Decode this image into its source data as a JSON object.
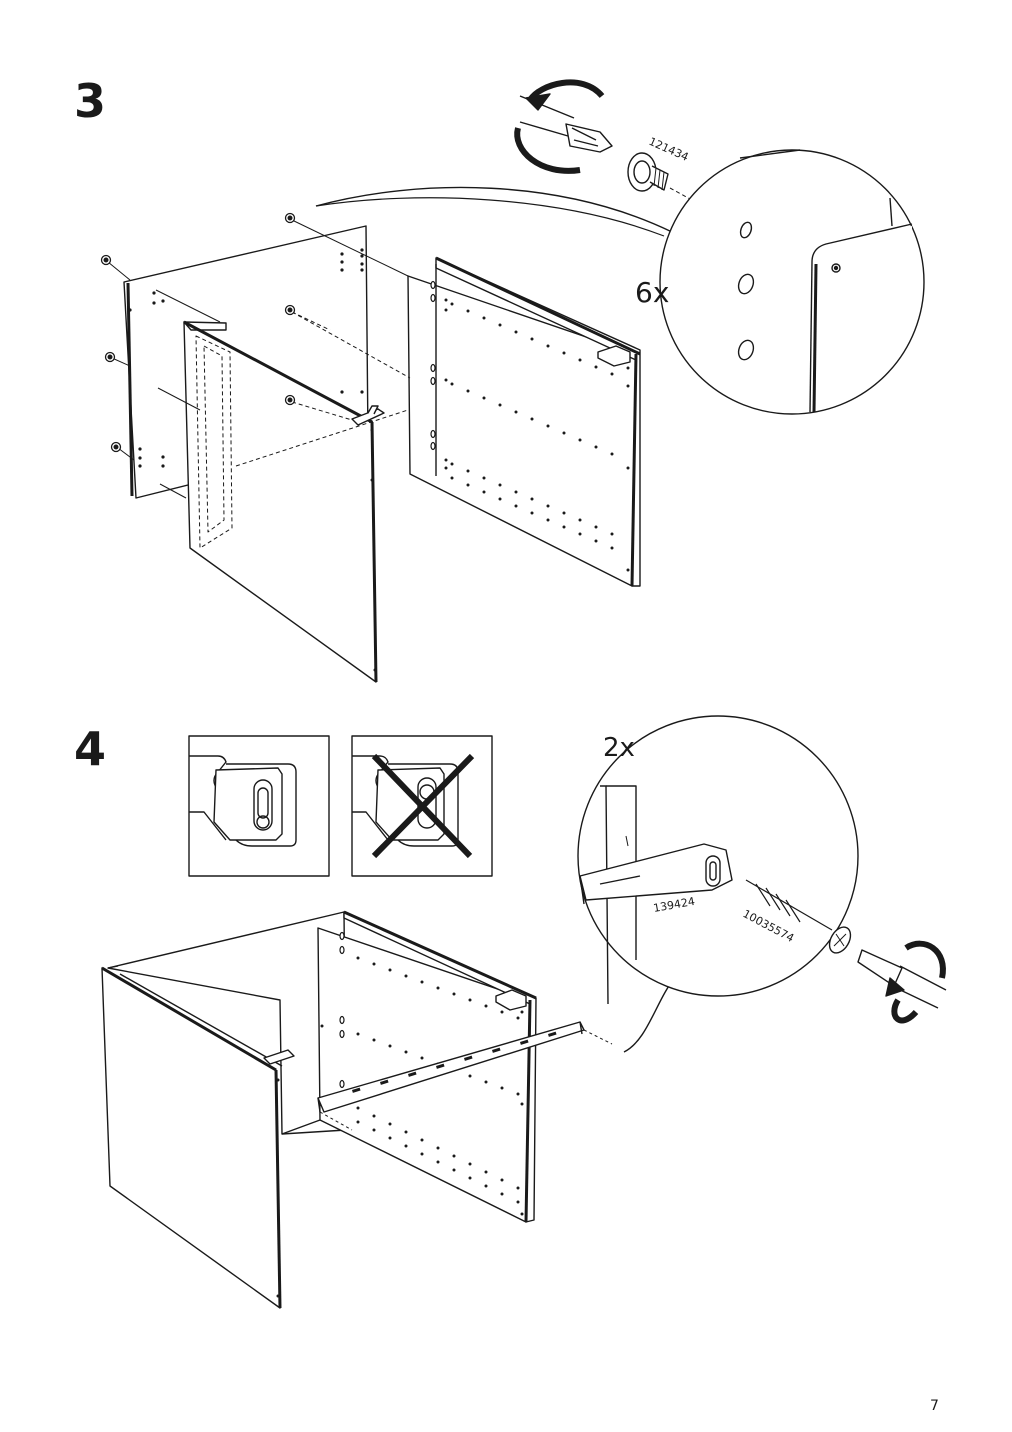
{
  "steps": [
    {
      "number": "3",
      "quantity": "6x",
      "part_ids": [
        "121434"
      ]
    },
    {
      "number": "4",
      "quantity": "2x",
      "part_ids": [
        "139424",
        "10035574"
      ]
    }
  ],
  "page_number": "7"
}
